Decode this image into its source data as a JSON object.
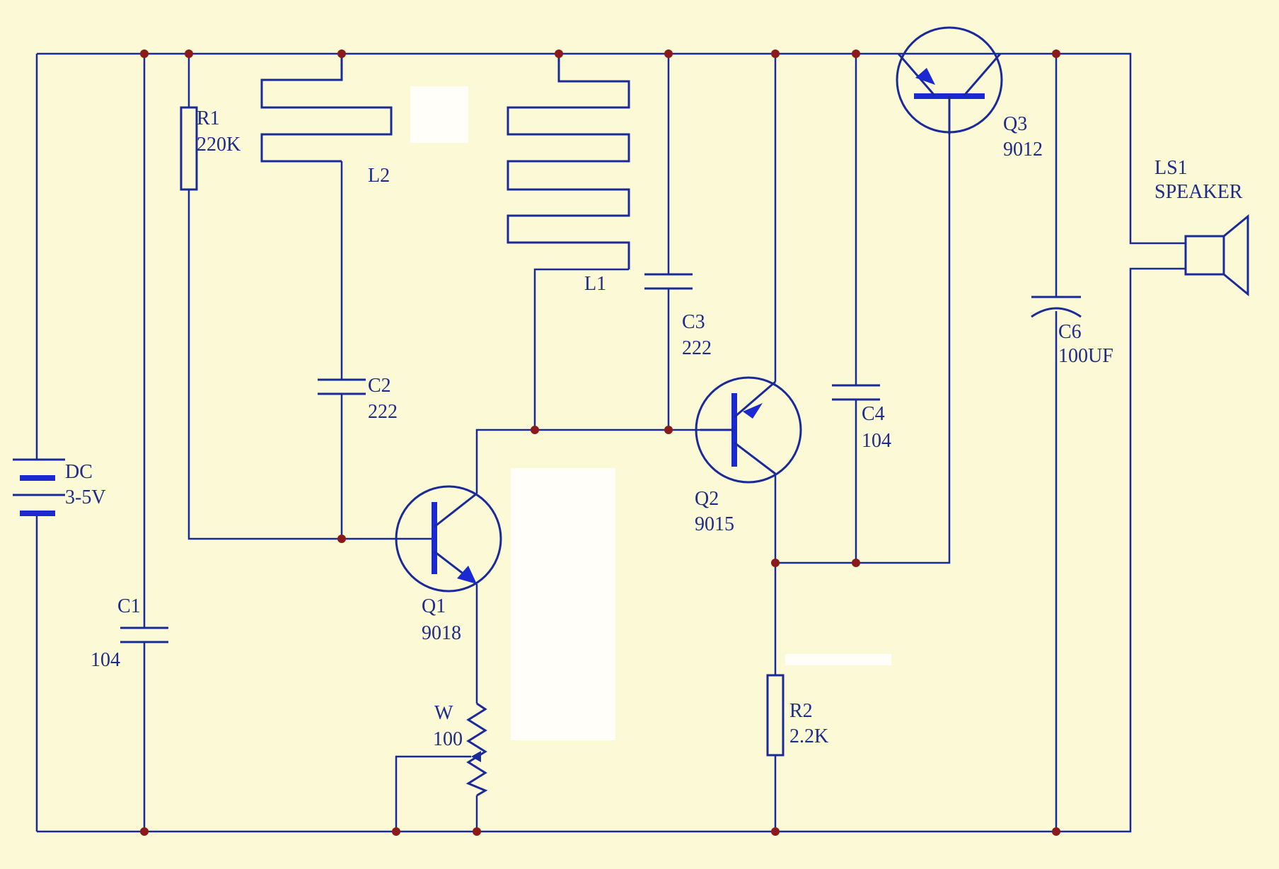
{
  "colors": {
    "background": "#fbf9d6",
    "wire": "#1a2a9a",
    "component_bold": "#1a2ad0",
    "junction": "#8b1a1a",
    "label": "#1e2a8c"
  },
  "components": {
    "R1": {
      "ref": "R1",
      "value": "220K"
    },
    "R2": {
      "ref": "R2",
      "value": "2.2K"
    },
    "L1": {
      "ref": "L1"
    },
    "L2": {
      "ref": "L2"
    },
    "C1": {
      "ref": "C1",
      "value": "104"
    },
    "C2": {
      "ref": "C2",
      "value": "222"
    },
    "C3": {
      "ref": "C3",
      "value": "222"
    },
    "C4": {
      "ref": "C4",
      "value": "104"
    },
    "C6": {
      "ref": "C6",
      "value": "100UF"
    },
    "Q1": {
      "ref": "Q1",
      "value": "9018"
    },
    "Q2": {
      "ref": "Q2",
      "value": "9015"
    },
    "Q3": {
      "ref": "Q3",
      "value": "9012"
    },
    "W": {
      "ref": "W",
      "value": "100"
    },
    "DC": {
      "ref": "DC",
      "value": "3-5V"
    },
    "LS1": {
      "ref": "LS1",
      "value": "SPEAKER"
    }
  }
}
